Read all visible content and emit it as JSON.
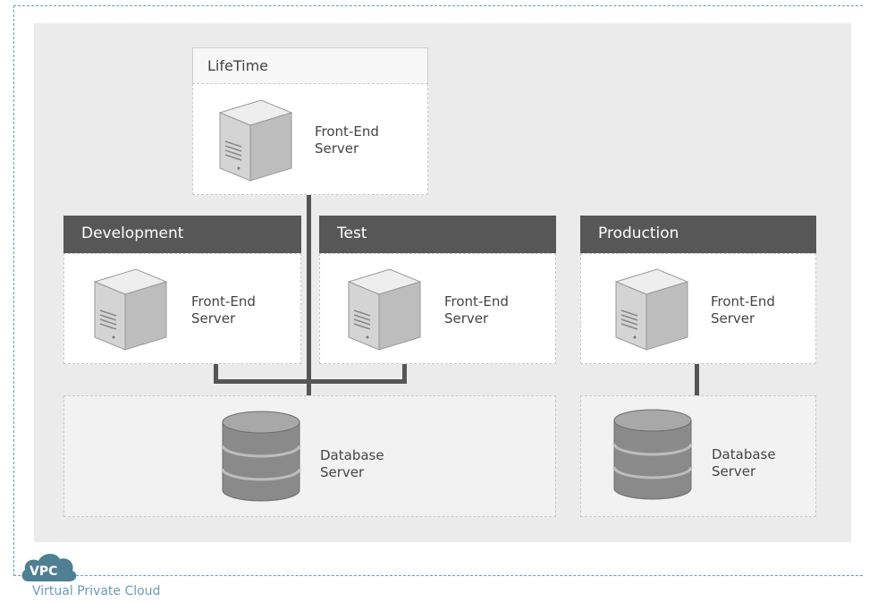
{
  "vpc": {
    "badge": "VPC",
    "caption": "Virtual Private Cloud"
  },
  "lifetime": {
    "title": "LifeTime",
    "server_label": "Front-End\nServer"
  },
  "environments": [
    {
      "title": "Development",
      "server_label": "Front-End\nServer"
    },
    {
      "title": "Test",
      "server_label": "Front-End\nServer"
    },
    {
      "title": "Production",
      "server_label": "Front-End\nServer"
    }
  ],
  "databases": [
    {
      "label": "Database\nServer"
    },
    {
      "label": "Database\nServer"
    }
  ],
  "colors": {
    "header_dark": "#575757",
    "background": "#ebebeb",
    "vpc_accent": "#6a9cb4"
  },
  "icons": {
    "server": "server-tower-icon",
    "database": "database-icon",
    "cloud": "cloud-icon"
  }
}
